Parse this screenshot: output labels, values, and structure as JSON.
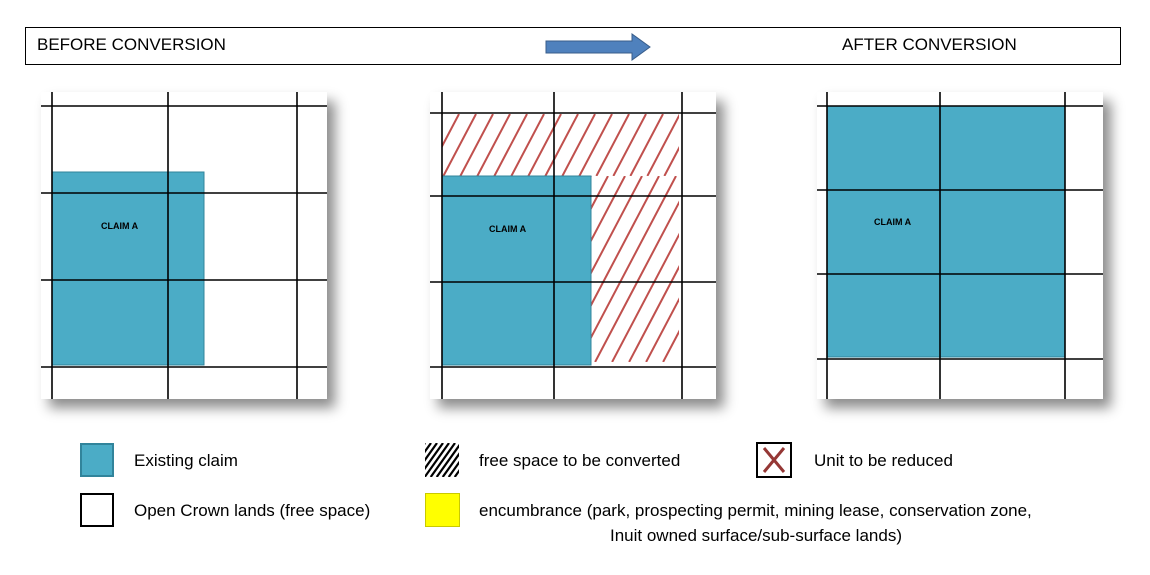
{
  "header": {
    "before_label": "BEFORE CONVERSION",
    "after_label": "AFTER CONVERSION",
    "arrow_color": "#4f81bd"
  },
  "panels": [
    {
      "name": "before",
      "claim_label": "CLAIM A"
    },
    {
      "name": "middle",
      "claim_label": "CLAIM A"
    },
    {
      "name": "after",
      "claim_label": "CLAIM A"
    }
  ],
  "colors": {
    "claim_fill": "#4bacc6",
    "claim_border": "#31849b",
    "hatch": "#c0504d",
    "encumbrance": "#ffff00",
    "x_mark": "#953735"
  },
  "legend": {
    "existing_claim": "Existing claim",
    "open_crown_lands": "Open Crown lands (free space)",
    "free_space_converted": "free space to be converted",
    "encumbrance_line1": "encumbrance (park, prospecting permit, mining lease, conservation zone,",
    "encumbrance_line2": "Inuit owned surface/sub-surface lands)",
    "unit_reduced": "Unit to be reduced"
  }
}
